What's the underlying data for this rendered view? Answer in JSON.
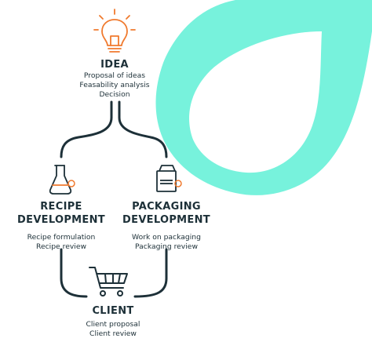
{
  "colors": {
    "shape": "#77f2dc",
    "line": "#1d3038",
    "accent": "#f07a2e"
  },
  "idea": {
    "title": "IDEA",
    "lines": [
      "Proposal of ideas",
      "Feasability analysis",
      "Decision"
    ]
  },
  "recipe": {
    "title_1": "RECIPE",
    "title_2": "DEVELOPMENT",
    "lines": [
      "Recipe formulation",
      "Recipe review"
    ]
  },
  "packaging": {
    "title_1": "PACKAGING",
    "title_2": "DEVELOPMENT",
    "lines": [
      "Work on packaging",
      "Packaging review"
    ]
  },
  "client": {
    "title": "CLIENT",
    "lines": [
      "Client proposal",
      "Client review"
    ]
  },
  "icons": [
    "lightbulb-icon",
    "flask-icon",
    "package-icon",
    "shopping-cart-icon"
  ]
}
